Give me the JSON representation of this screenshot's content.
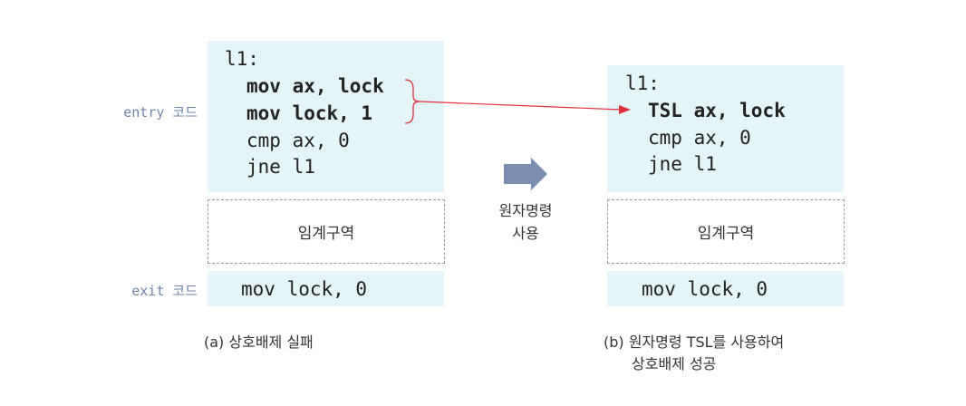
{
  "left": {
    "entry_label": "entry 코드",
    "exit_label": "exit 코드",
    "code": [
      "l1:",
      "mov ax, lock",
      "mov lock, 1",
      "cmp ax, 0",
      "jne l1"
    ],
    "critical": "임계구역",
    "exit_code": "mov lock, 0",
    "caption": "(a) 상호배제 실패"
  },
  "middle": {
    "line1": "원자명령",
    "line2": "사용"
  },
  "right": {
    "code": [
      "l1:",
      "TSL ax, lock",
      "cmp ax, 0",
      "jne l1"
    ],
    "critical": "임계구역",
    "exit_code": "mov lock, 0",
    "caption_line1": "(b) 원자명령 TSL를 사용하여",
    "caption_line2": "상호배제 성공"
  },
  "colors": {
    "box": "#e3f5f7",
    "arrow": "#7b8db0",
    "pointer": "#e0303a",
    "label": "#6f86a8"
  }
}
